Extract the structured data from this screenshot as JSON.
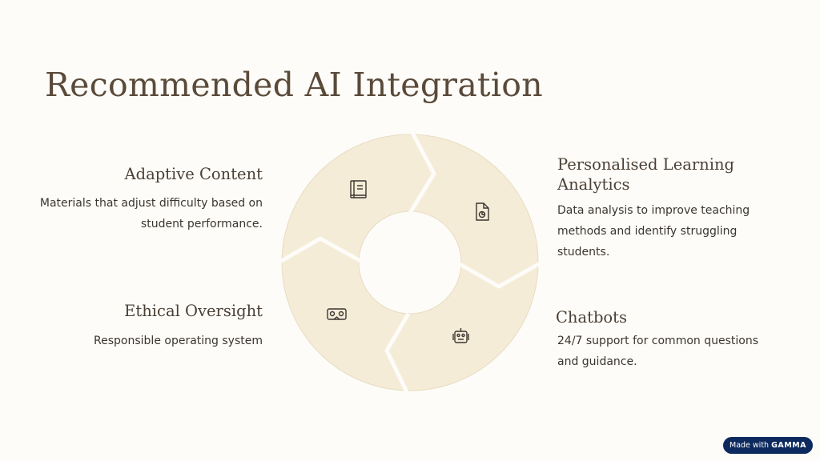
{
  "title": "Recommended AI Integration",
  "items": [
    {
      "heading": "Adaptive Content",
      "text": "Materials that adjust difficulty based on student performance.",
      "icon": "book-icon"
    },
    {
      "heading": "Personalised Learning Analytics",
      "text": "Data analysis to improve teaching methods and identify struggling students.",
      "icon": "document-chart-icon"
    },
    {
      "heading": "Chatbots",
      "text": "24/7 support for common questions and guidance.",
      "icon": "robot-icon"
    },
    {
      "heading": "Ethical Oversight",
      "text": "Responsible operating system",
      "icon": "vr-glasses-icon"
    }
  ],
  "badge": {
    "prefix": "Made with",
    "brand": "GAMMA"
  },
  "colors": {
    "segment": "#f5ecd8",
    "background": "#fdfcf8",
    "badge": "#0d2a5e"
  }
}
